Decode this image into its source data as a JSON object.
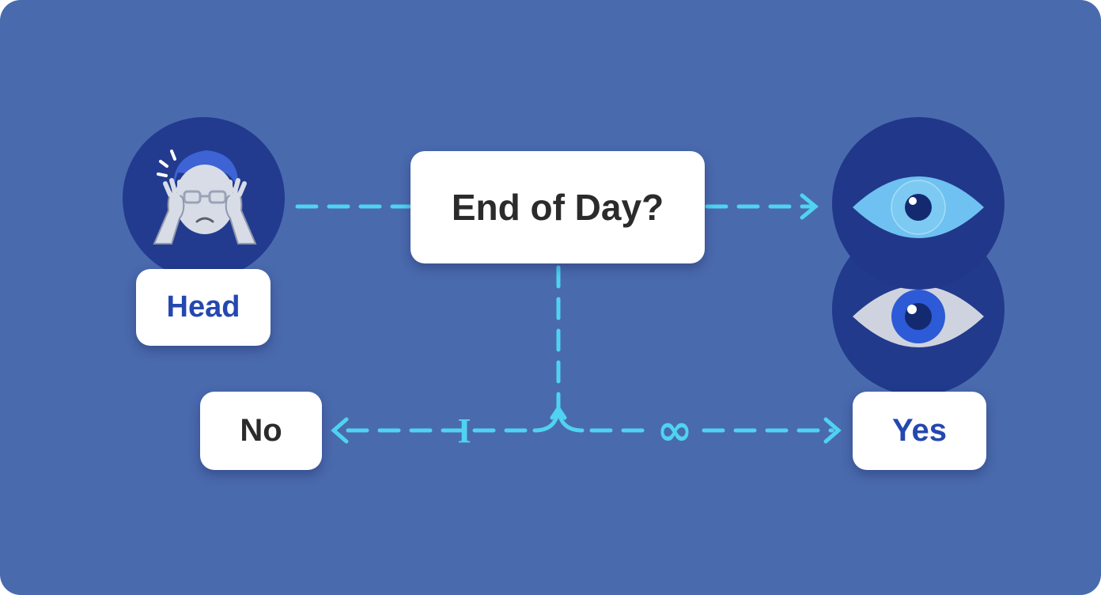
{
  "question": {
    "text": "End of Day?"
  },
  "start": {
    "label": "Head",
    "icon": "stressed-person-icon"
  },
  "branches": {
    "no": {
      "label": "No",
      "marker": "I"
    },
    "yes": {
      "label": "Yes",
      "marker": "∞"
    }
  },
  "outcome_icons": [
    "eye-icon",
    "eye-icon"
  ],
  "colors": {
    "background": "#4a6aae",
    "connector": "#4fd3f0",
    "circle": "#223b8f",
    "card": "#ffffff",
    "dark_text": "#2b2b2b",
    "accent_text": "#2447b0",
    "eye_light": "#6ec1f0",
    "eye_grey": "#cfd3df",
    "iris_blue": "#2d5ad6"
  }
}
